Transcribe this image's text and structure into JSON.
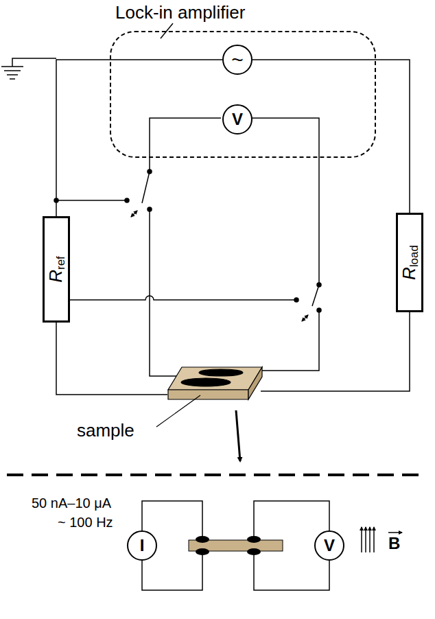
{
  "diagram": {
    "nodes": [
      {
        "text": [
          "Lock-in amplifier"
        ]
      },
      {
        "text": [
          "~"
        ],
        "in": 0
      },
      {
        "text": [
          "V"
        ],
        "in": 0
      },
      {
        "text": [
          "R",
          "ref"
        ]
      },
      {
        "text": [
          "R",
          "load"
        ]
      },
      {
        "text": [
          "I"
        ]
      },
      {
        "text": [
          "V"
        ]
      }
    ],
    "edges": [
      {
        "from": 1,
        "to": 3,
        "arrow": "none"
      },
      {
        "from": 1,
        "to": 4,
        "arrow": "none"
      }
    ],
    "labels": [
      "sample",
      "50 nA–10 μA",
      "~ 100 Hz",
      "B"
    ]
  }
}
